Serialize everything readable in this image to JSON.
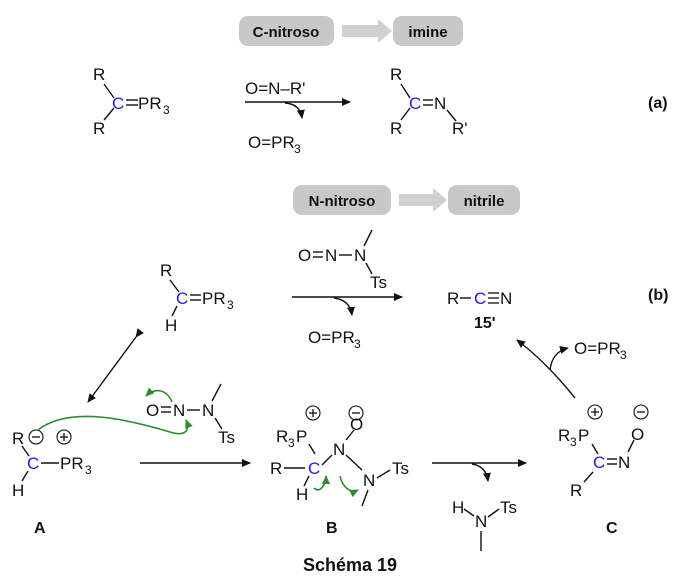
{
  "labels_top": {
    "pill_a_left": "C-nitroso",
    "pill_a_right": "imine",
    "pill_b_left": "N-nitroso",
    "pill_b_right": "nitrile"
  },
  "part_labels": {
    "a": "(a)",
    "b": "(b)"
  },
  "compound_labels": {
    "A": "A",
    "B": "B",
    "C": "C",
    "product": "15'"
  },
  "reagents": {
    "onr": "O=N–R'",
    "opr3": "O=PR",
    "opr3_sub": "3",
    "nitrile": "R–C≡N",
    "amine_h": "H",
    "amine_n": "N",
    "amine_ts": "Ts"
  },
  "atoms": {
    "R": "R",
    "Rp": "R'",
    "H": "H",
    "C": "C",
    "N": "N",
    "O": "O",
    "P": "P",
    "Ts": "Ts",
    "PR3": "PR",
    "R3P": "R",
    "sub3": "3"
  },
  "caption": "Schéma 19",
  "colors": {
    "carbon_highlight": "#1f1fe0",
    "curly_arrow": "#2e8b2e",
    "pill_bg": "#c8c8c8",
    "pill_arrow": "#d0d0d0"
  }
}
